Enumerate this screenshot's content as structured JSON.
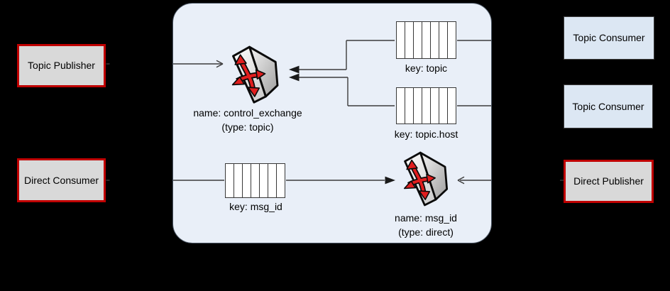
{
  "clients": {
    "topic_publisher": {
      "label": "Topic Publisher"
    },
    "direct_consumer": {
      "label": "Direct Consumer"
    },
    "topic_consumer_1": {
      "label": "Topic Consumer"
    },
    "topic_consumer_2": {
      "label": "Topic Consumer"
    },
    "direct_publisher": {
      "label": "Direct Publisher"
    }
  },
  "broker": {
    "exchanges": [
      {
        "id": "control_exchange",
        "name_label": "name: control_exchange",
        "type_label": "(type: topic)"
      },
      {
        "id": "msg_id",
        "name_label": "name: msg_id",
        "type_label": "(type: direct)"
      }
    ],
    "queues": [
      {
        "id": "topic",
        "label": "key: topic",
        "cells": 7
      },
      {
        "id": "topic_host",
        "label": "key: topic.host",
        "cells": 7
      },
      {
        "id": "msg_id",
        "label": "key: msg_id",
        "cells": 7
      }
    ]
  },
  "colors": {
    "background": "#000000",
    "broker_fill": "#e9eff8",
    "broker_border": "#4d5866",
    "consumer_box_fill": "#dce7f3",
    "publisher_box_fill": "#d9d9d9",
    "publisher_box_border": "#c00000",
    "queue_fill": "#ffffff",
    "line": "#3c3c3c",
    "exchange_arrow_red": "#e11e1e"
  }
}
